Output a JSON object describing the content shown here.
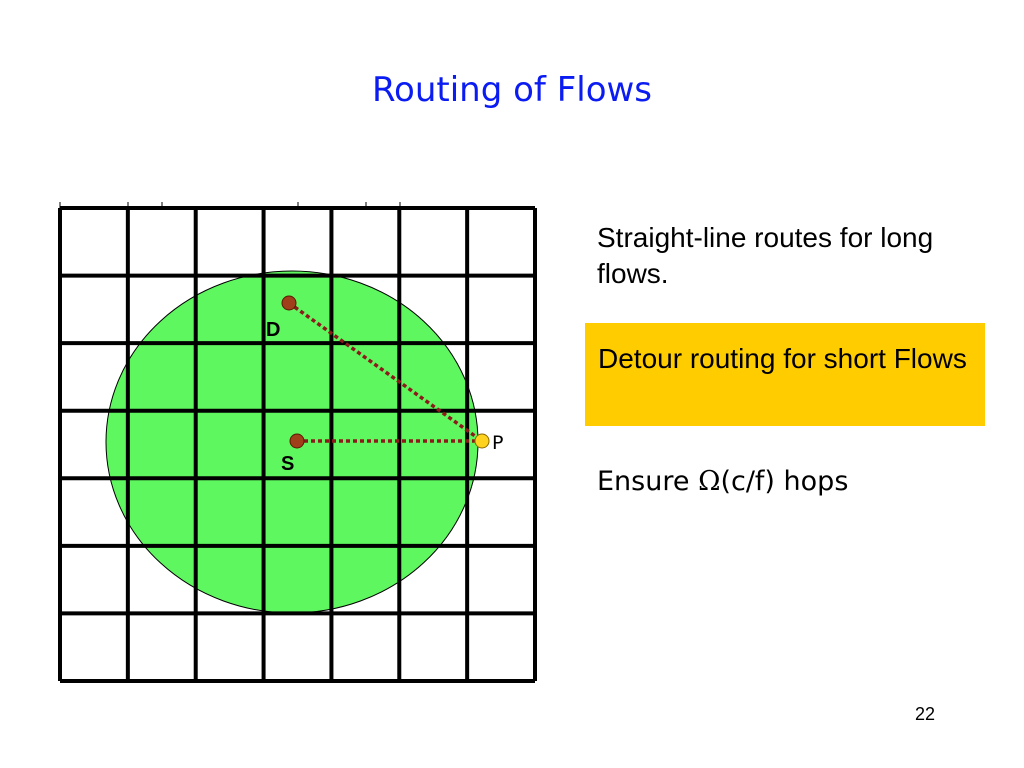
{
  "slide": {
    "title": "Routing of Flows",
    "page_number": "22"
  },
  "diagram": {
    "grid_columns": 7,
    "grid_rows": 7,
    "nodes": {
      "destination": "D",
      "source": "S",
      "detour_point": "P"
    },
    "colors": {
      "region_fill": "#5ff75f",
      "route_line": "#8b1a1a",
      "node_dot": "#a0401a",
      "detour_dot": "#ffd21f"
    }
  },
  "bullets": {
    "straight_line": "Straight-line routes for long flows.",
    "detour_routing": "Detour routing for short Flows",
    "ensure_prefix": "Ensure ",
    "omega_symbol": "Ω",
    "ensure_suffix": "(c/f) hops"
  },
  "colors": {
    "title": "#0a1cf2",
    "highlight_box": "#ffcc00"
  }
}
